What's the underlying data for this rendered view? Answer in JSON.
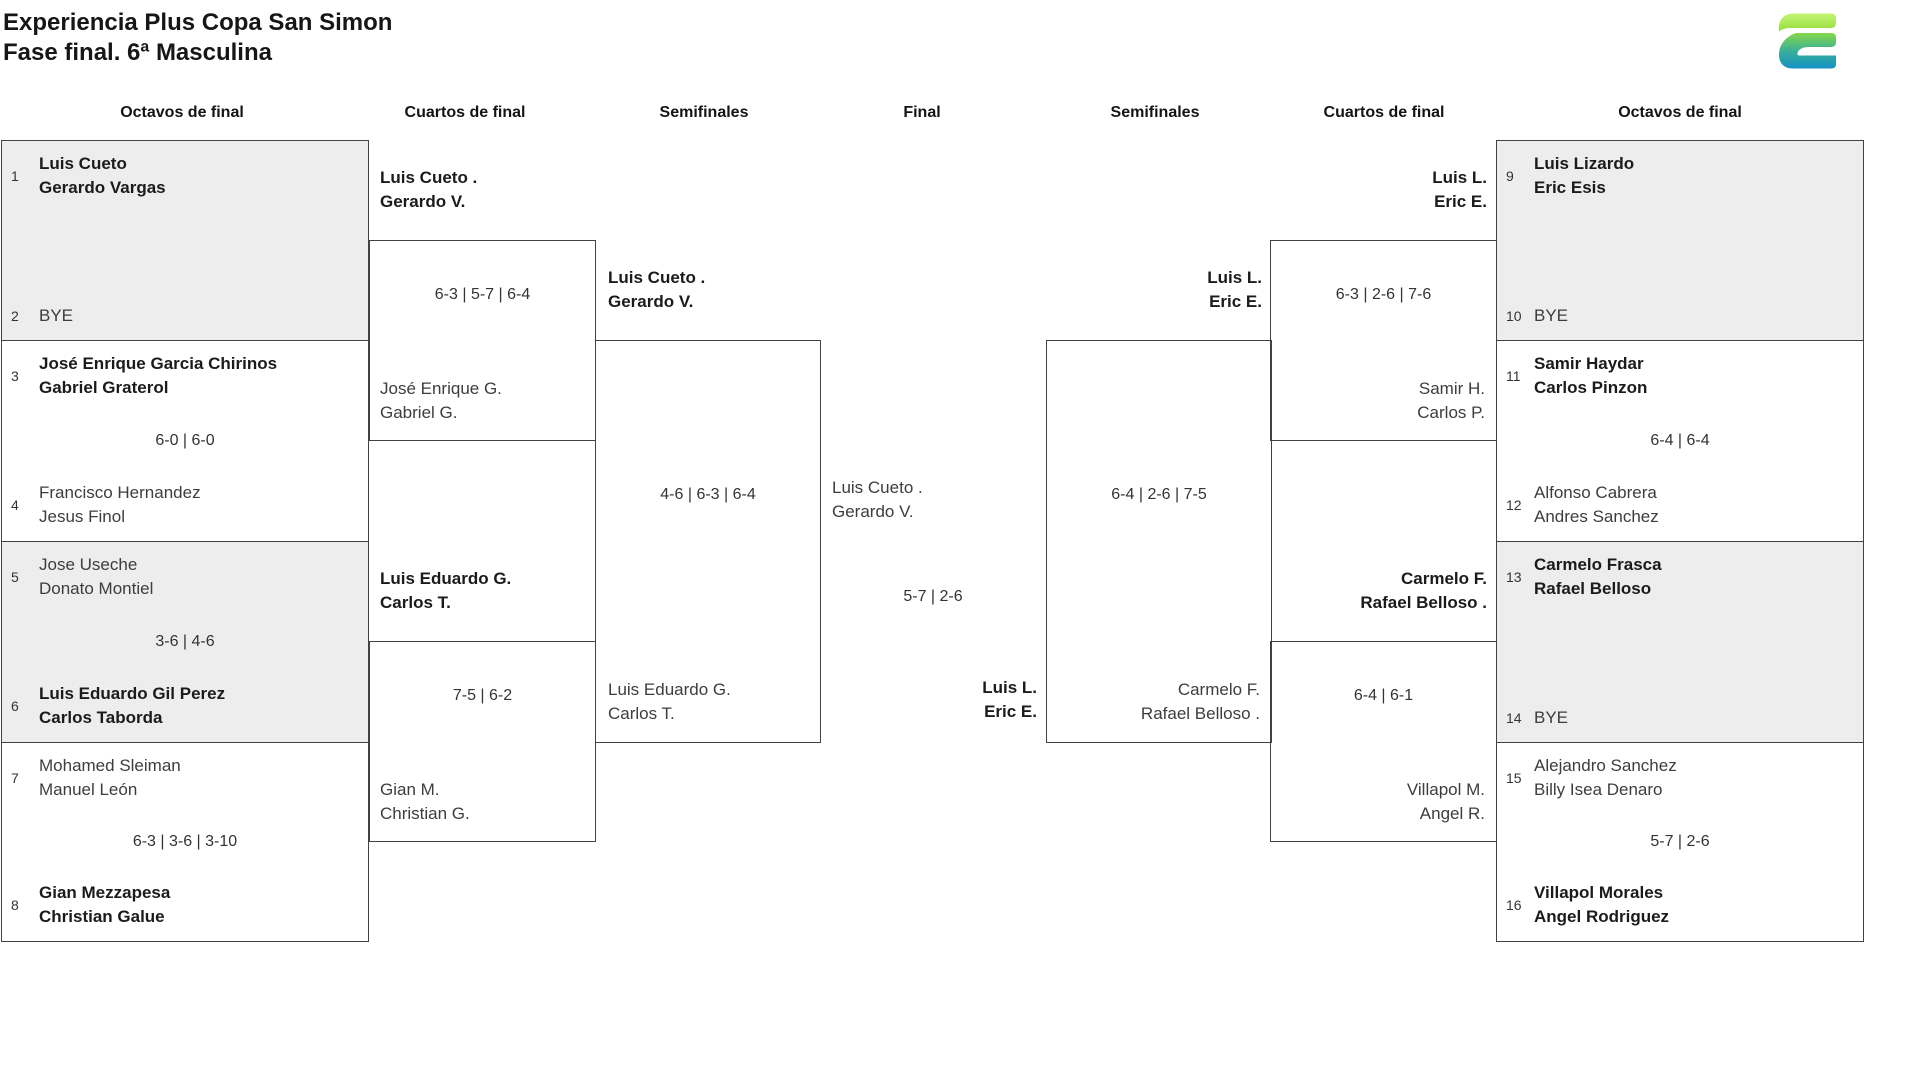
{
  "title": {
    "line1": "Experiencia Plus Copa San Simon",
    "line2": "Fase final. 6ª Masculina"
  },
  "headers": [
    "Octavos de final",
    "Cuartos de final",
    "Semifinales",
    "Final",
    "Semifinales",
    "Cuartos de final",
    "Octavos de final"
  ],
  "colors": {
    "box_grey": "#ededed",
    "box_border": "#424242",
    "logo_lime": "#b4ed63",
    "logo_green": "#7fd34b",
    "logo_teal": "#2aa99b",
    "logo_blue": "#1392c6"
  },
  "octavos_left": [
    {
      "top": {
        "seed": "1",
        "name1": "Luis Cueto",
        "name2": "Gerardo Vargas",
        "winner": true
      },
      "score": "",
      "bottom": {
        "seed": "2",
        "name1": "BYE",
        "winner": false
      }
    },
    {
      "top": {
        "seed": "3",
        "name1": "José Enrique Garcia Chirinos",
        "name2": "Gabriel Graterol",
        "winner": true
      },
      "score": "6-0 | 6-0",
      "bottom": {
        "seed": "4",
        "name1": "Francisco Hernandez",
        "name2": "Jesus Finol",
        "winner": false
      }
    },
    {
      "top": {
        "seed": "5",
        "name1": "Jose Useche",
        "name2": "Donato Montiel",
        "winner": false
      },
      "score": "3-6 | 4-6",
      "bottom": {
        "seed": "6",
        "name1": "Luis Eduardo Gil Perez",
        "name2": "Carlos Taborda",
        "winner": true
      }
    },
    {
      "top": {
        "seed": "7",
        "name1": "Mohamed Sleiman",
        "name2": "Manuel León",
        "winner": false
      },
      "score": "6-3 | 3-6 | 3-10",
      "bottom": {
        "seed": "8",
        "name1": "Gian Mezzapesa",
        "name2": "Christian Galue",
        "winner": true
      }
    }
  ],
  "octavos_right": [
    {
      "top": {
        "seed": "9",
        "name1": "Luis Lizardo",
        "name2": "Eric Esis",
        "winner": true
      },
      "score": "",
      "bottom": {
        "seed": "10",
        "name1": "BYE",
        "winner": false
      }
    },
    {
      "top": {
        "seed": "11",
        "name1": "Samir Haydar",
        "name2": "Carlos Pinzon",
        "winner": true
      },
      "score": "6-4 | 6-4",
      "bottom": {
        "seed": "12",
        "name1": "Alfonso Cabrera",
        "name2": "Andres Sanchez",
        "winner": false
      }
    },
    {
      "top": {
        "seed": "13",
        "name1": "Carmelo Frasca",
        "name2": "Rafael Belloso",
        "winner": true
      },
      "score": "",
      "bottom": {
        "seed": "14",
        "name1": "BYE",
        "winner": false
      }
    },
    {
      "top": {
        "seed": "15",
        "name1": "Alejandro Sanchez",
        "name2": "Billy Isea Denaro",
        "winner": false
      },
      "score": "5-7 | 2-6",
      "bottom": {
        "seed": "16",
        "name1": "Villapol Morales",
        "name2": "Angel Rodriguez",
        "winner": true
      }
    }
  ],
  "cuartos_left": [
    {
      "winner1": "Luis Cueto .",
      "winner2": "Gerardo V.",
      "score": "6-3 | 5-7 | 6-4",
      "loser1": "José Enrique G.",
      "loser2": "Gabriel G."
    },
    {
      "winner1": "Luis Eduardo G.",
      "winner2": "Carlos T.",
      "score": "7-5 | 6-2",
      "loser1": "Gian M.",
      "loser2": "Christian G."
    }
  ],
  "cuartos_right": [
    {
      "winner1": "Luis L.",
      "winner2": "Eric E.",
      "score": "6-3 | 2-6 | 7-6",
      "loser1": "Samir H.",
      "loser2": "Carlos P."
    },
    {
      "winner1": "Carmelo F.",
      "winner2": "Rafael Belloso .",
      "score": "6-4 | 6-1",
      "loser1": "Villapol M.",
      "loser2": "Angel R."
    }
  ],
  "semifinal_left": {
    "winner1": "Luis Cueto .",
    "winner2": "Gerardo V.",
    "score": "4-6 | 6-3 | 6-4",
    "loser1": "Luis Eduardo G.",
    "loser2": "Carlos T."
  },
  "semifinal_right": {
    "winner1": "Luis L.",
    "winner2": "Eric E.",
    "score": "6-4 | 2-6 | 7-5",
    "loser1": "Carmelo F.",
    "loser2": "Rafael Belloso ."
  },
  "final": {
    "left1": "Luis Cueto .",
    "left2": "Gerardo V.",
    "score": "5-7 | 2-6",
    "right1": "Luis L.",
    "right2": "Eric E."
  }
}
